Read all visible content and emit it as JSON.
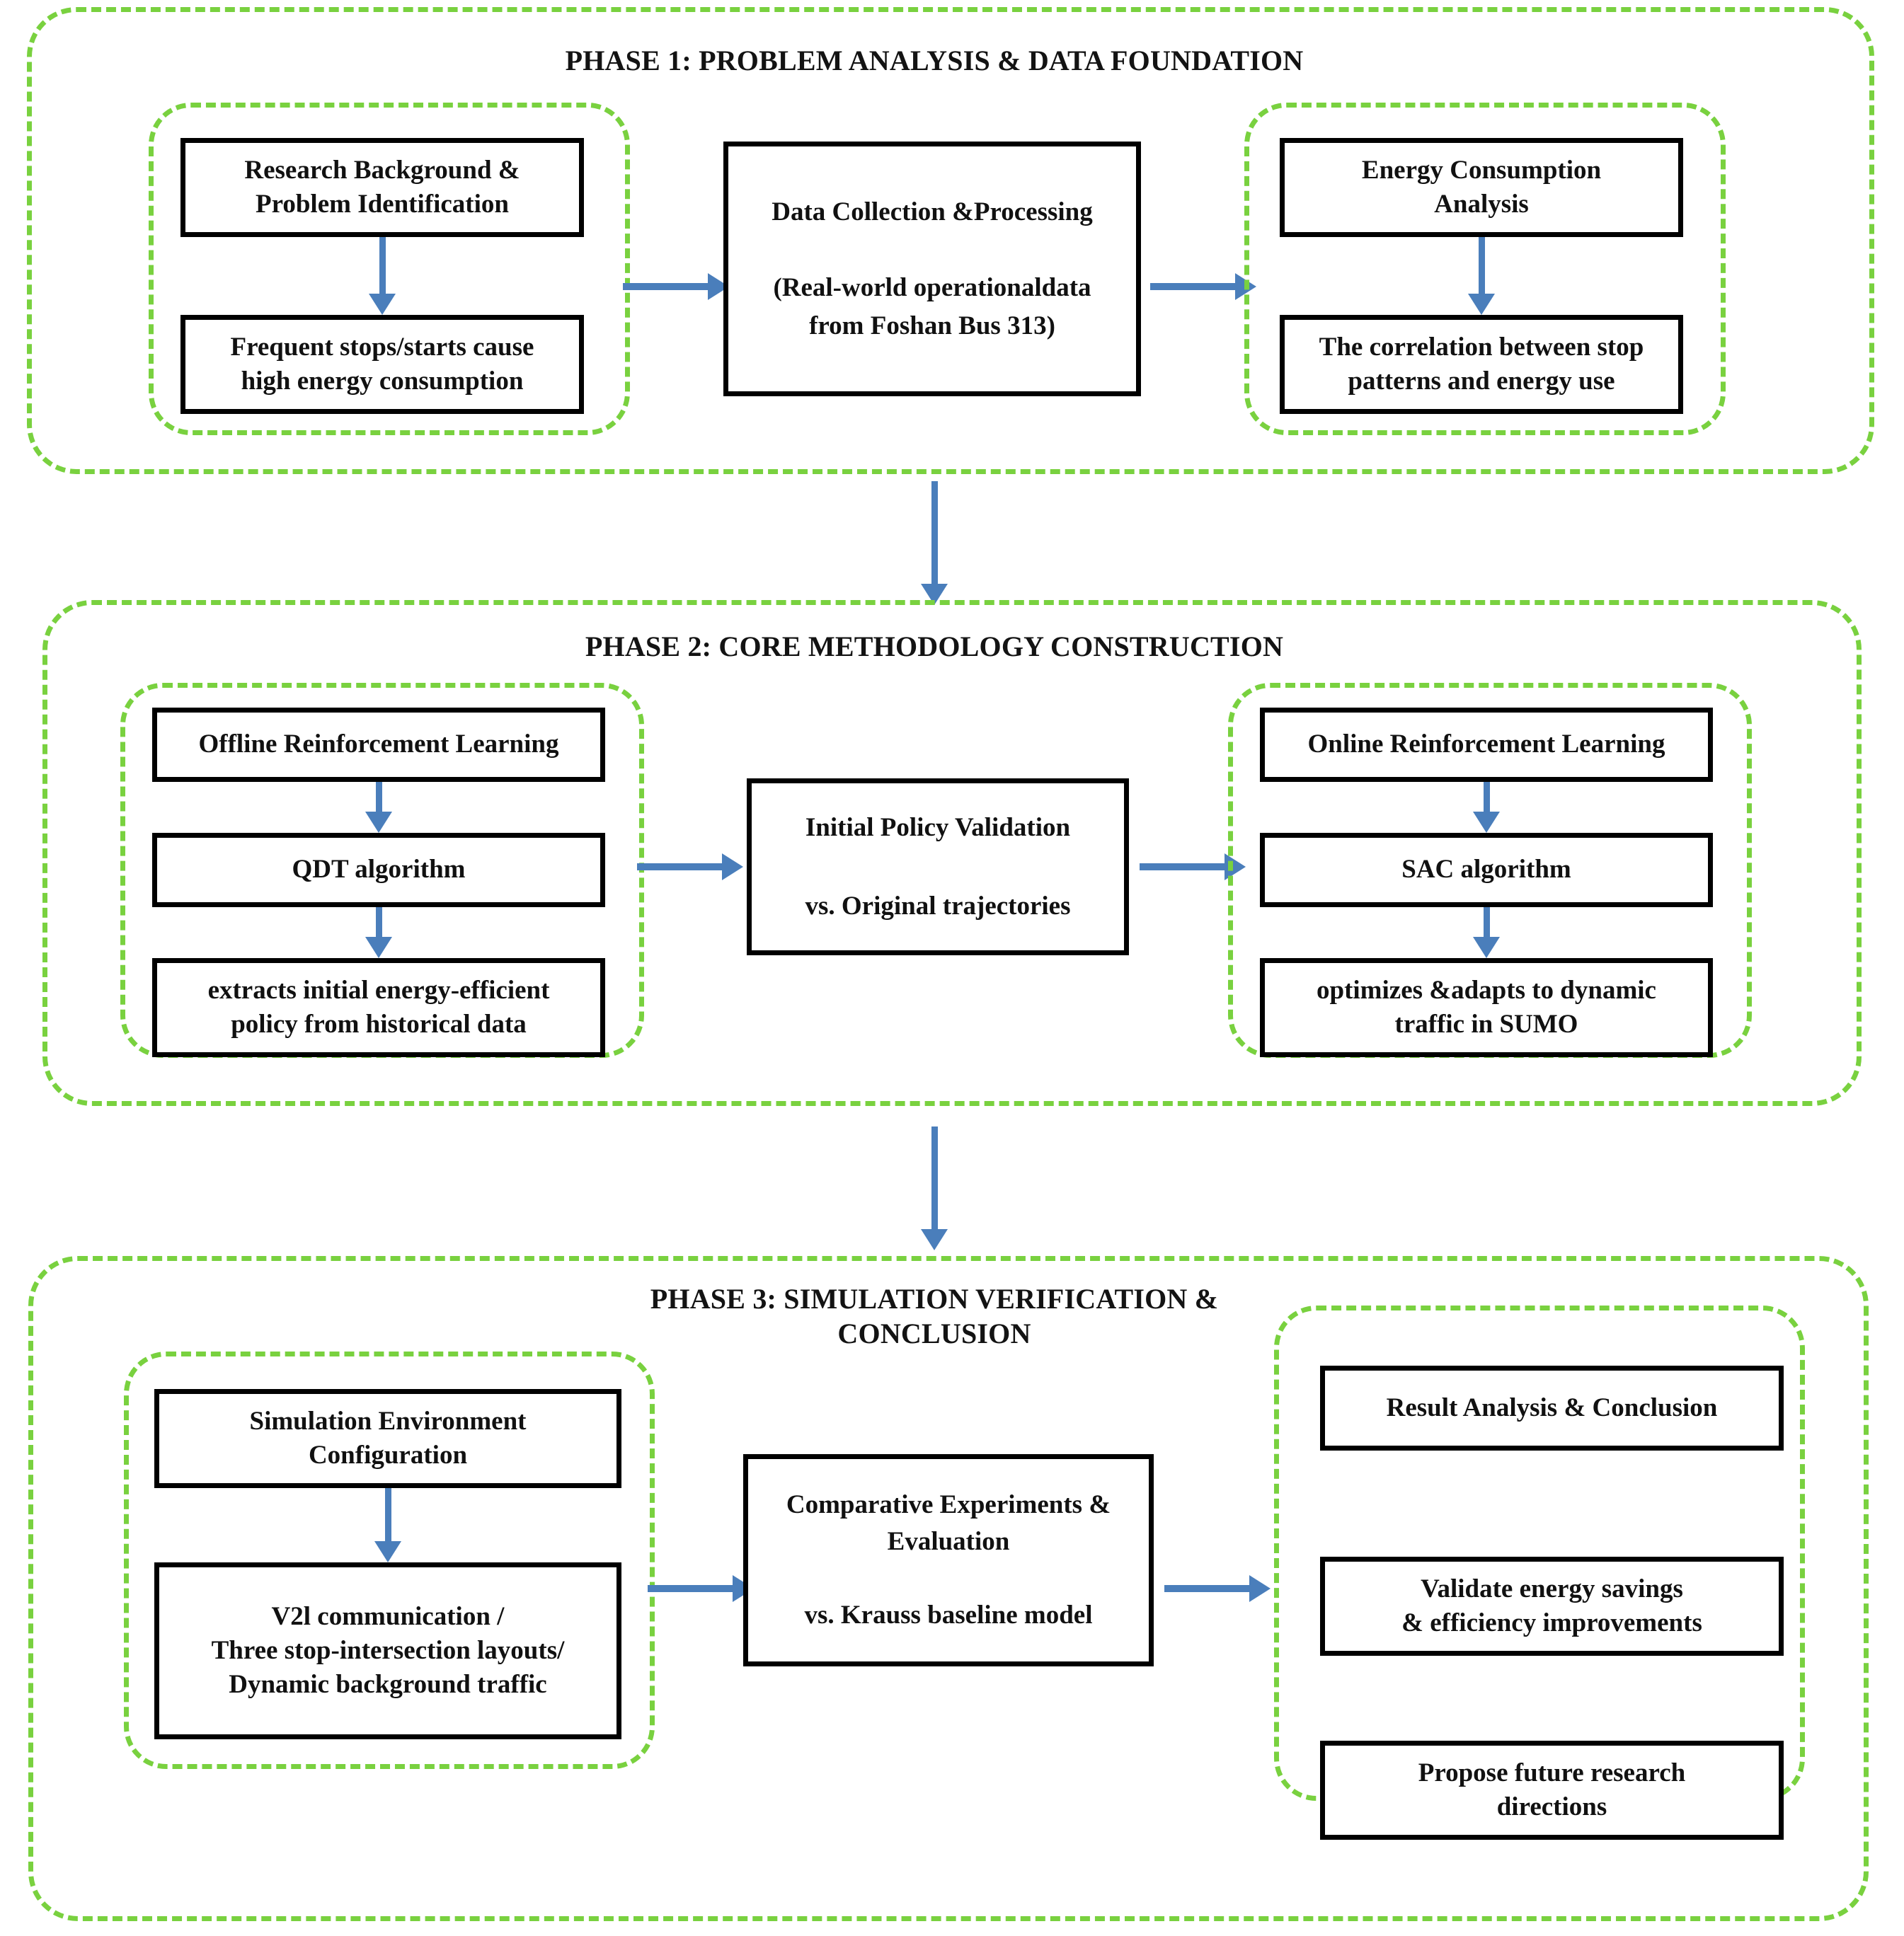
{
  "diagram": {
    "title": "Three-phase research methodology flowchart",
    "colors": {
      "phase_border": "#79d13f",
      "node_border": "#000000",
      "arrow": "#4a7ebb",
      "background": "#ffffff",
      "text": "#111111"
    }
  },
  "phases": [
    {
      "id": "phase1",
      "title": "PHASE 1: PROBLEM ANALYSIS & DATA FOUNDATION",
      "groups": [
        {
          "id": "p1-left-group",
          "nodes": [
            {
              "id": "p1-n1",
              "label": "Research Background &\nProblem Identification"
            },
            {
              "id": "p1-n2",
              "label": "Frequent stops/starts cause\nhigh energy consumption"
            }
          ]
        },
        {
          "id": "p1-right-group",
          "nodes": [
            {
              "id": "p1-n4",
              "label": "Energy Consumption\nAnalysis"
            },
            {
              "id": "p1-n5",
              "label": "The correlation between stop\npatterns and energy use"
            }
          ]
        }
      ],
      "center_nodes": [
        {
          "id": "p1-n3",
          "label": "Data Collection &Processing\n\n(Real-world operationaldata\nfrom Foshan Bus 313)"
        }
      ]
    },
    {
      "id": "phase2",
      "title": "PHASE 2: CORE METHODOLOGY CONSTRUCTION",
      "groups": [
        {
          "id": "p2-left-group",
          "nodes": [
            {
              "id": "p2-n1",
              "label": "Offline Reinforcement Learning"
            },
            {
              "id": "p2-n2",
              "label": "QDT algorithm"
            },
            {
              "id": "p2-n3",
              "label": "extracts initial energy-efficient\npolicy from historical data"
            }
          ]
        },
        {
          "id": "p2-right-group",
          "nodes": [
            {
              "id": "p2-n5",
              "label": "Online Reinforcement Learning"
            },
            {
              "id": "p2-n6",
              "label": "SAC algorithm"
            },
            {
              "id": "p2-n7",
              "label": "optimizes &adapts to dynamic\ntraffic in SUMO"
            }
          ]
        }
      ],
      "center_nodes": [
        {
          "id": "p2-n4",
          "label": "Initial Policy Validation\n\nvs.  Original trajectories"
        }
      ]
    },
    {
      "id": "phase3",
      "title": "PHASE 3: SIMULATION VERIFICATION &\nCONCLUSION",
      "groups": [
        {
          "id": "p3-left-group",
          "nodes": [
            {
              "id": "p3-n1",
              "label": "Simulation Environment\nConfiguration"
            },
            {
              "id": "p3-n2",
              "label": "V2l communication /\nThree stop-intersection layouts/\nDynamic background traffic"
            }
          ]
        },
        {
          "id": "p3-right-group",
          "nodes": [
            {
              "id": "p3-n4",
              "label": "Result Analysis & Conclusion"
            },
            {
              "id": "p3-n5",
              "label": "Validate energy savings\n& efficiency improvements"
            },
            {
              "id": "p3-n6",
              "label": "Propose future research\ndirections"
            }
          ]
        }
      ],
      "center_nodes": [
        {
          "id": "p3-n3",
          "label": "Comparative Experiments &\nEvaluation\n\nvs. Krauss baseline model"
        }
      ]
    }
  ]
}
